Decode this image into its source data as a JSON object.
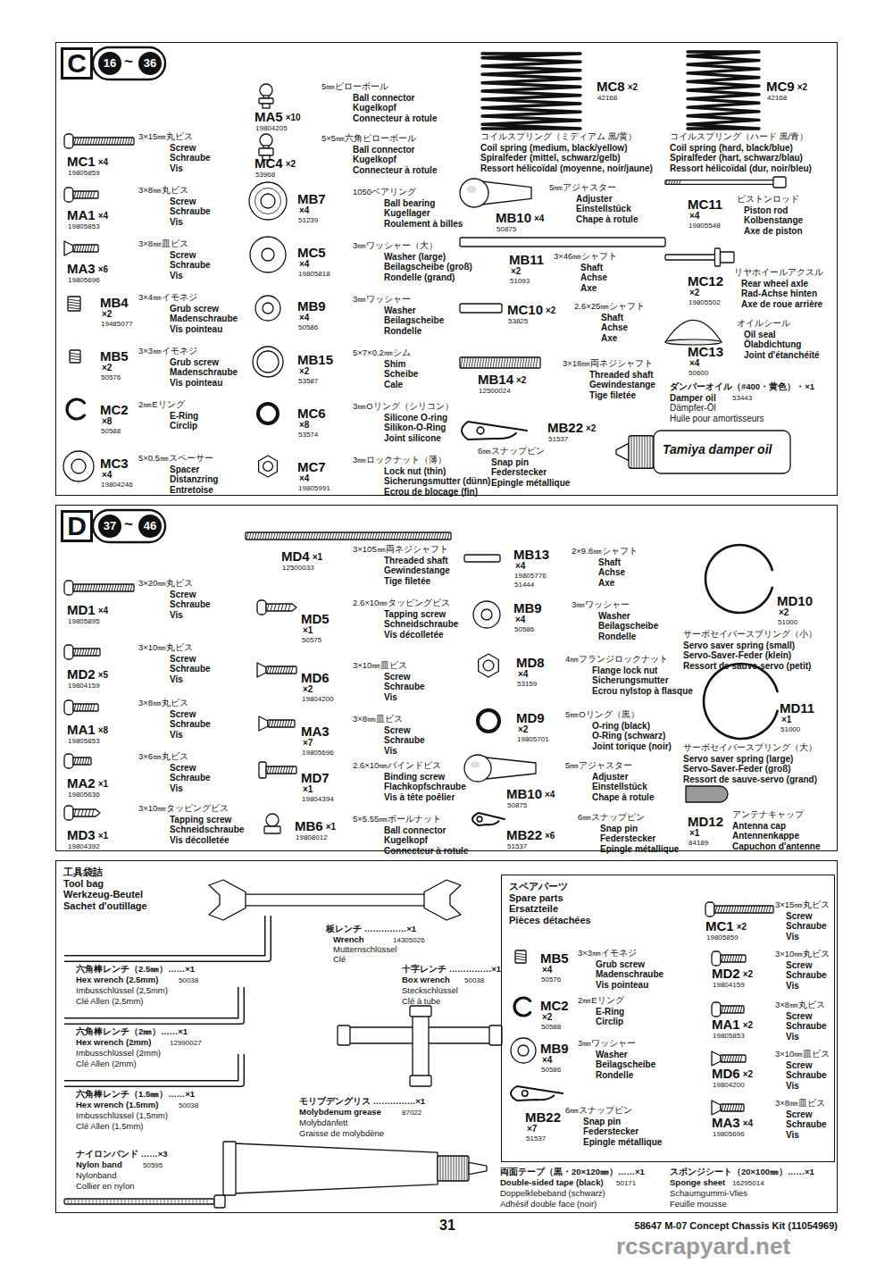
{
  "diagram": {
    "nodes": [
      {
        "text": [
          "C",
          "16",
          "~",
          "36"
        ]
      },
      {
        "text": [
          "D",
          "37",
          "~",
          "46"
        ]
      },
      {
        "text": [
          "工具袋詰",
          "Tool bag",
          "Werkzeug-Beutel",
          "Sachet d'outillage"
        ]
      },
      {
        "text": [
          "スペアパーツ",
          "Spare parts",
          "Ersatzteile",
          "Pièces détachées"
        ],
        "in": 2
      }
    ],
    "labels": [
      "MC1",
      "×4",
      "19805859",
      "3×15㎜丸ビス",
      "Screw",
      "Schraube",
      "Vis",
      "MA1",
      "×4",
      "19805853",
      "3×8㎜丸ビス",
      "Screw",
      "Schraube",
      "Vis",
      "MA3",
      "×6",
      "19805696",
      "3×8㎜皿ビス",
      "Screw",
      "Schraube",
      "Vis",
      "MB4",
      "×2",
      "19485077",
      "3×4㎜イモネジ",
      "Grub screw",
      "Madenschraube",
      "Vis pointeau",
      "MB5",
      "×2",
      "50576",
      "3×3㎜イモネジ",
      "Grub screw",
      "Madenschraube",
      "Vis pointeau",
      "MC2",
      "×8",
      "50588",
      "2㎜Eリング",
      "E-Ring",
      "Circlip",
      "MC3",
      "×4",
      "19804246",
      "5×0.5㎜スペーサー",
      "Spacer",
      "Distanzring",
      "Entretoise",
      "MA5",
      "×10",
      "19804205",
      "5㎜ピローボール",
      "Ball connector",
      "Kugelkopf",
      "Connecteur à rotule",
      "MC4",
      "×2",
      "53968",
      "5×5㎜六角ピローボール",
      "Ball connector",
      "Kugelkopf",
      "Connecteur à rotule",
      "MB7",
      "×4",
      "51239",
      "1050ベアリング",
      "Ball bearing",
      "Kugellager",
      "Roulement à billes",
      "MC5",
      "×4",
      "19805818",
      "3㎜ワッシャー（大）",
      "Washer (large)",
      "Beilagscheibe (groß)",
      "Rondelle (grand)",
      "MB9",
      "×4",
      "50586",
      "3㎜ワッシャー",
      "Washer",
      "Beilagscheibe",
      "Rondelle",
      "MB15",
      "×2",
      "53587",
      "5×7×0.2㎜シム",
      "Shim",
      "Scheibe",
      "Cale",
      "MC6",
      "×8",
      "53574",
      "3㎜Oリング（シリコン）",
      "Silicone O-ring",
      "Silikon-O-Ring",
      "Joint silicone",
      "MC7",
      "×4",
      "19805991",
      "3㎜ロックナット（薄）",
      "Lock nut (thin)",
      "Sicherungsmutter (dünn)",
      "Ecrou de blocage (fin)",
      "MC8",
      "×2",
      "42168",
      "コイルスプリング（ミディアム 黒/黄）",
      "Coil spring (medium, black/yellow)",
      "Spiralfeder (mittel, schwarz/gelb)",
      "Ressort hélicoïdal (moyenne, noir/jaune)",
      "MC9",
      "×2",
      "42168",
      "コイルスプリング（ハード 黒/青）",
      "Coil spring (hard, black/blue)",
      "Spiralfeder (hart, schwarz/blau)",
      "Ressort hélicoïdal (dur, noir/bleu)",
      "MB10",
      "×4",
      "50875",
      "5㎜アジャスター",
      "Adjuster",
      "Einstellstück",
      "Chape à rotule",
      "MB11",
      "×2",
      "51093",
      "3×46㎜シャフト",
      "Shaft",
      "Achse",
      "Axe",
      "MC10",
      "×2",
      "53825",
      "2.6×25㎜シャフト",
      "Shaft",
      "Achse",
      "Axe",
      "MB14",
      "×2",
      "12500024",
      "3×18㎜両ネジシャフト",
      "Threaded shaft",
      "Gewindestange",
      "Tige filetée",
      "MB22",
      "×2",
      "51537",
      "6㎜スナップピン",
      "Snap pin",
      "Federstecker",
      "Epingle métallique",
      "MC11",
      "×4",
      "19805548",
      "ピストンロッド",
      "Piston rod",
      "Kolbenstange",
      "Axe de piston",
      "MC12",
      "×2",
      "19805502",
      "リヤホイールアクスル",
      "Rear wheel axle",
      "Rad-Achse hinten",
      "Axe de roue arrière",
      "MC13",
      "×4",
      "50600",
      "オイルシール",
      "Oil seal",
      "Ölabdichtung",
      "Joint d'étanchéité",
      "ダンパーオイル（#400・黄色）・×1",
      "Damper oil",
      "53443",
      "Dämpfer-Öl",
      "Huile pour amortisseurs",
      "Tamiya damper oil",
      "MD1",
      "×4",
      "19805895",
      "3×20㎜丸ビス",
      "Screw",
      "Schraube",
      "Vis",
      "MD2",
      "×5",
      "19804159",
      "3×10㎜丸ビス",
      "Screw",
      "Schraube",
      "Vis",
      "MA1",
      "×8",
      "19805853",
      "3×8㎜丸ビス",
      "Screw",
      "Schraube",
      "Vis",
      "MA2",
      "×1",
      "19805636",
      "3×6㎜丸ビス",
      "Screw",
      "Schraube",
      "Vis",
      "MD3",
      "×1",
      "19804392",
      "3×10㎜タッピングビス",
      "Tapping screw",
      "Schneidschraube",
      "Vis décolletée",
      "MD4",
      "×1",
      "12500033",
      "3×105㎜両ネジシャフト",
      "Threaded shaft",
      "Gewindestange",
      "Tige filetée",
      "MD5",
      "×1",
      "50575",
      "2.6×10㎜タッピングビス",
      "Tapping screw",
      "Schneidschraube",
      "Vis décolletée",
      "MD6",
      "×2",
      "19804200",
      "3×10㎜皿ビス",
      "Screw",
      "Schraube",
      "Vis",
      "MA3",
      "×7",
      "19805696",
      "3×8㎜皿ビス",
      "Screw",
      "Schraube",
      "Vis",
      "MD7",
      "×1",
      "19804394",
      "2.6×10㎜バインドビス",
      "Binding screw",
      "Flachkopfschraube",
      "Vis à tête poêlier",
      "MB6",
      "×1",
      "19808012",
      "5×5.55㎜ボールナット",
      "Ball connector",
      "Kugelkopf",
      "Connecteur à rotule",
      "MB13",
      "×4",
      "19805776",
      "51444",
      "2×9.8㎜シャフト",
      "Shaft",
      "Achse",
      "Axe",
      "MB9",
      "×4",
      "50586",
      "3㎜ワッシャー",
      "Washer",
      "Beilagscheibe",
      "Rondelle",
      "MD8",
      "×4",
      "53159",
      "4㎜フランジロックナット",
      "Flange lock nut",
      "Sicherungsmutter",
      "Ecrou nylstop à flasque",
      "MD9",
      "×2",
      "19805701",
      "5㎜Oリング（黒）",
      "O-ring (black)",
      "O-Ring (schwarz)",
      "Joint torique (noir)",
      "MB10",
      "×4",
      "50875",
      "5㎜アジャスター",
      "Adjuster",
      "Einstellstück",
      "Chape à rotule",
      "MB22",
      "×6",
      "51537",
      "6㎜スナップピン",
      "Snap pin",
      "Federstecker",
      "Epingle métallique",
      "MD10",
      "×2",
      "51000",
      "サーボセイバースプリング（小）",
      "Servo saver spring (small)",
      "Servo-Saver-Feder (klein)",
      "Ressort de sauve-servo (petit)",
      "MD11",
      "×1",
      "51000",
      "サーボセイバースプリング（大）",
      "Servo saver spring (large)",
      "Servo-Saver-Feder (groß)",
      "Ressort de sauve-servo (grand)",
      "MD12",
      "×1",
      "84189",
      "アンテナキャップ",
      "Antenna cap",
      "Antennenkappe",
      "Capuchon d'antenne",
      "板レンチ ……………×1",
      "Wrench",
      "14305026",
      "Mutternschlüssel",
      "Clé",
      "六角棒レンチ（2.5㎜）……×1",
      "Hex wrench (2.5mm)",
      "50038",
      "Imbusschlüssel (2,5mm)",
      "Clé Allen (2,5mm)",
      "十字レンチ ……………×1",
      "Box wrench",
      "50038",
      "Steckschlüssel",
      "Clé à tube",
      "六角棒レンチ（2㎜）……×1",
      "Hex wrench (2mm)",
      "12990027",
      "Imbusschlüssel (2mm)",
      "Clé Allen (2mm)",
      "モリブデングリス ……………×1",
      "Molybdenum grease",
      "87022",
      "Molybdänfett",
      "Graisse de molybdène",
      "六角棒レンチ（1.5㎜）……×1",
      "Hex wrench (1.5mm)",
      "50038",
      "Imbusschlüssel (1,5mm)",
      "Clé Allen (1,5mm)",
      "ナイロンバンド ……×3",
      "Nylon band",
      "50595",
      "Nylonband",
      "Collier en nylon",
      "MB5",
      "×4",
      "50576",
      "3×3㎜イモネジ",
      "Grub screw",
      "Madenschraube",
      "Vis pointeau",
      "MC2",
      "×2",
      "50588",
      "2㎜Eリング",
      "E-Ring",
      "Circlip",
      "MB9",
      "×4",
      "50586",
      "3㎜ワッシャー",
      "Washer",
      "Beilagscheibe",
      "Rondelle",
      "MB22",
      "×7",
      "51537",
      "6㎜スナップピン",
      "Snap pin",
      "Federstecker",
      "Epingle métallique",
      "MC1",
      "×2",
      "19805859",
      "3×15㎜丸ビス",
      "Screw",
      "Schraube",
      "Vis",
      "MD2",
      "×2",
      "19804159",
      "3×10㎜丸ビス",
      "Screw",
      "Schraube",
      "Vis",
      "MA1",
      "×2",
      "19805853",
      "3×8㎜丸ビス",
      "Screw",
      "Schraube",
      "Vis",
      "MD6",
      "×2",
      "19804200",
      "3×10㎜皿ビス",
      "Screw",
      "Schraube",
      "Vis",
      "MA3",
      "×4",
      "19805696",
      "3×8㎜皿ビス",
      "Screw",
      "Schraube",
      "Vis",
      "両面テープ（黒・20×120㎜）……×1",
      "Double-sided tape (black)",
      "50171",
      "Doppelklebeband (schwarz)",
      "Adhésif double face (noir)",
      "スポンジシート（20×100㎜）……×1",
      "Sponge sheet",
      "16295014",
      "Schaumgummi-Vlies",
      "Feuille mousse",
      "31",
      "58647 M-07 Concept Chassis Kit (11054969)",
      "rcscrapyard.net"
    ]
  }
}
